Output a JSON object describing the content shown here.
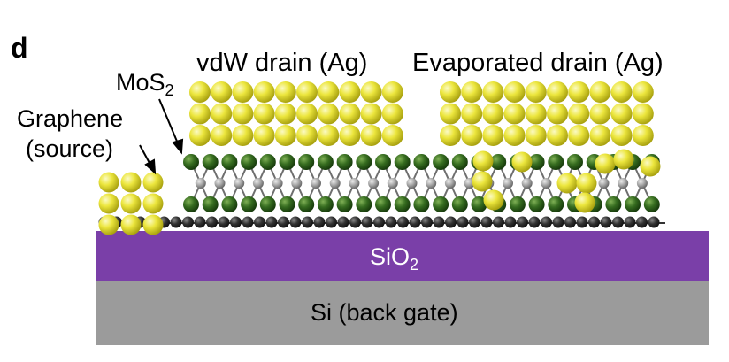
{
  "panel_letter": "d",
  "labels": {
    "vdw_drain": "vdW drain (Ag)",
    "evaporated_drain": "Evaporated drain (Ag)",
    "mos2_main": "MoS",
    "mos2_sub": "2",
    "graphene_line1": "Graphene",
    "graphene_line2": "(source)",
    "sio2_main": "SiO",
    "sio2_sub": "2",
    "si": "Si (back gate)"
  },
  "colors": {
    "ag_atom": "#e6e23a",
    "s_atom": "#2f5a1e",
    "mo_atom": "#9a9a9a",
    "carbon_atom": "#2a2a2a",
    "sio2": "#7a3fa8",
    "si": "#9b9b9b"
  }
}
